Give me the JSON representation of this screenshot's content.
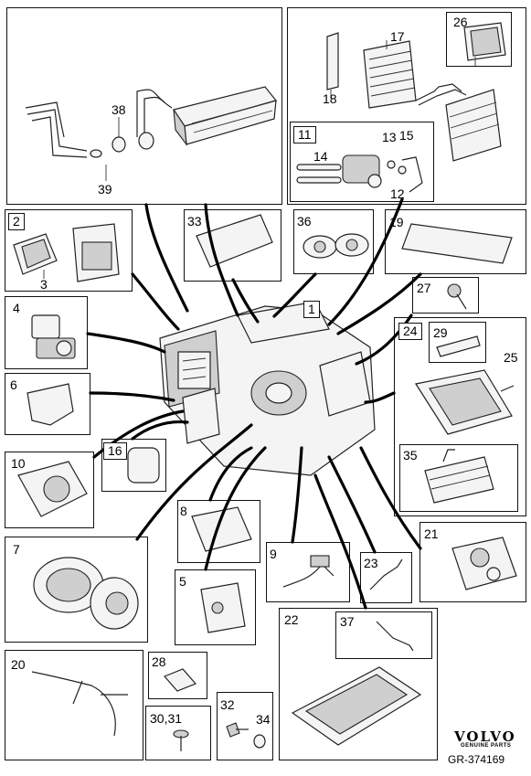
{
  "callouts": {
    "n1": "1",
    "n2": "2",
    "n3": "3",
    "n4": "4",
    "n5": "5",
    "n6": "6",
    "n7": "7",
    "n8": "8",
    "n9": "9",
    "n10": "10",
    "n11": "11",
    "n12": "12",
    "n13": "13",
    "n14": "14",
    "n15": "15",
    "n16": "16",
    "n17": "17",
    "n18": "18",
    "n19": "19",
    "n20": "20",
    "n21": "21",
    "n22": "22",
    "n23": "23",
    "n24": "24",
    "n25": "25",
    "n26": "26",
    "n27": "27",
    "n28": "28",
    "n29": "29",
    "n30_31": "30,31",
    "n32": "32",
    "n33": "33",
    "n34": "34",
    "n35": "35",
    "n36": "36",
    "n37": "37",
    "n38": "38",
    "n39": "39"
  },
  "brand": {
    "logo": "VOLVO",
    "tagline": "GENUINE PARTS",
    "reference": "GR-374169"
  },
  "colors": {
    "line": "#111111",
    "background": "#ffffff",
    "fill": "#f4f4f4"
  }
}
